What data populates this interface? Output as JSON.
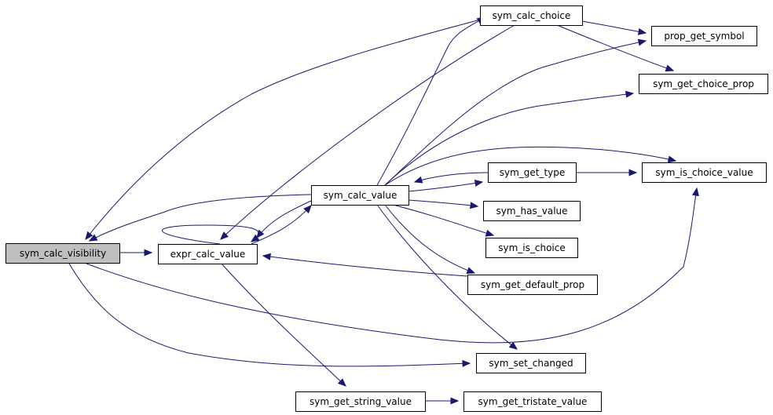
{
  "graph": {
    "colors": {
      "edge": "#191970",
      "node_fill": "#ffffff",
      "node_highlight_fill": "#bfbfbf",
      "node_border": "#000000"
    },
    "nodes": [
      {
        "id": "sym_calc_visibility",
        "label": "sym_calc_visibility",
        "highlight": true
      },
      {
        "id": "expr_calc_value",
        "label": "expr_calc_value"
      },
      {
        "id": "sym_calc_value",
        "label": "sym_calc_value"
      },
      {
        "id": "sym_calc_choice",
        "label": "sym_calc_choice"
      },
      {
        "id": "prop_get_symbol",
        "label": "prop_get_symbol"
      },
      {
        "id": "sym_get_choice_prop",
        "label": "sym_get_choice_prop"
      },
      {
        "id": "sym_get_type",
        "label": "sym_get_type"
      },
      {
        "id": "sym_is_choice_value",
        "label": "sym_is_choice_value"
      },
      {
        "id": "sym_has_value",
        "label": "sym_has_value"
      },
      {
        "id": "sym_is_choice",
        "label": "sym_is_choice"
      },
      {
        "id": "sym_get_default_prop",
        "label": "sym_get_default_prop"
      },
      {
        "id": "sym_set_changed",
        "label": "sym_set_changed"
      },
      {
        "id": "sym_get_string_value",
        "label": "sym_get_string_value"
      },
      {
        "id": "sym_get_tristate_value",
        "label": "sym_get_tristate_value"
      }
    ],
    "edges": [
      {
        "from": "sym_calc_visibility",
        "to": "expr_calc_value"
      },
      {
        "from": "sym_calc_visibility",
        "to": "sym_is_choice_value"
      },
      {
        "from": "sym_calc_visibility",
        "to": "sym_set_changed"
      },
      {
        "from": "expr_calc_value",
        "to": "expr_calc_value"
      },
      {
        "from": "expr_calc_value",
        "to": "sym_calc_value"
      },
      {
        "from": "expr_calc_value",
        "to": "sym_get_string_value"
      },
      {
        "from": "sym_calc_value",
        "to": "sym_calc_visibility"
      },
      {
        "from": "sym_calc_value",
        "to": "expr_calc_value"
      },
      {
        "from": "sym_calc_value",
        "to": "sym_calc_choice"
      },
      {
        "from": "sym_calc_value",
        "to": "prop_get_symbol"
      },
      {
        "from": "sym_calc_value",
        "to": "sym_get_choice_prop"
      },
      {
        "from": "sym_calc_value",
        "to": "sym_get_type"
      },
      {
        "from": "sym_calc_value",
        "to": "sym_is_choice_value"
      },
      {
        "from": "sym_calc_value",
        "to": "sym_has_value"
      },
      {
        "from": "sym_calc_value",
        "to": "sym_is_choice"
      },
      {
        "from": "sym_calc_value",
        "to": "sym_get_default_prop"
      },
      {
        "from": "sym_calc_value",
        "to": "sym_set_changed"
      },
      {
        "from": "sym_calc_choice",
        "to": "sym_calc_visibility"
      },
      {
        "from": "sym_calc_choice",
        "to": "expr_calc_value"
      },
      {
        "from": "sym_calc_choice",
        "to": "prop_get_symbol"
      },
      {
        "from": "sym_calc_choice",
        "to": "sym_get_choice_prop"
      },
      {
        "from": "sym_get_type",
        "to": "sym_calc_value"
      },
      {
        "from": "sym_get_type",
        "to": "sym_is_choice_value"
      },
      {
        "from": "sym_get_default_prop",
        "to": "expr_calc_value"
      },
      {
        "from": "sym_get_string_value",
        "to": "sym_get_tristate_value"
      }
    ]
  }
}
